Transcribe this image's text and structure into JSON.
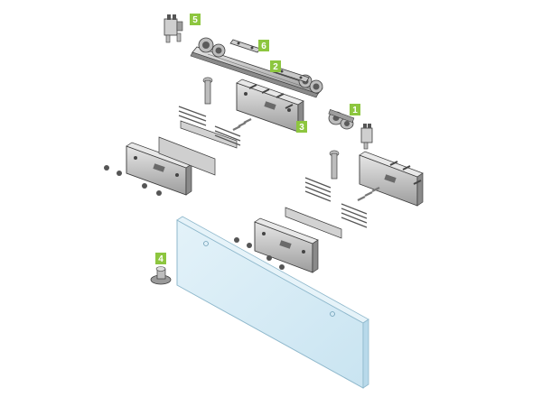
{
  "colors": {
    "callout_bg": "#8dc63f",
    "callout_text": "#ffffff",
    "metal_light": "#dcdcdc",
    "metal_mid": "#a6a6a6",
    "metal_dark": "#555555",
    "outline": "#3c3c3c",
    "glass_fill": "#d6ecf6",
    "glass_edge": "#9fc7dc"
  },
  "callouts": [
    {
      "id": "1",
      "label": "1",
      "part": "roller-carriage-right"
    },
    {
      "id": "2",
      "label": "2",
      "part": "track-rail"
    },
    {
      "id": "3",
      "label": "3",
      "part": "glass-clamp-left"
    },
    {
      "id": "4",
      "label": "4",
      "part": "floor-guide"
    },
    {
      "id": "5",
      "label": "5",
      "part": "end-stop-left"
    },
    {
      "id": "6",
      "label": "6",
      "part": "connecting-plate"
    }
  ]
}
